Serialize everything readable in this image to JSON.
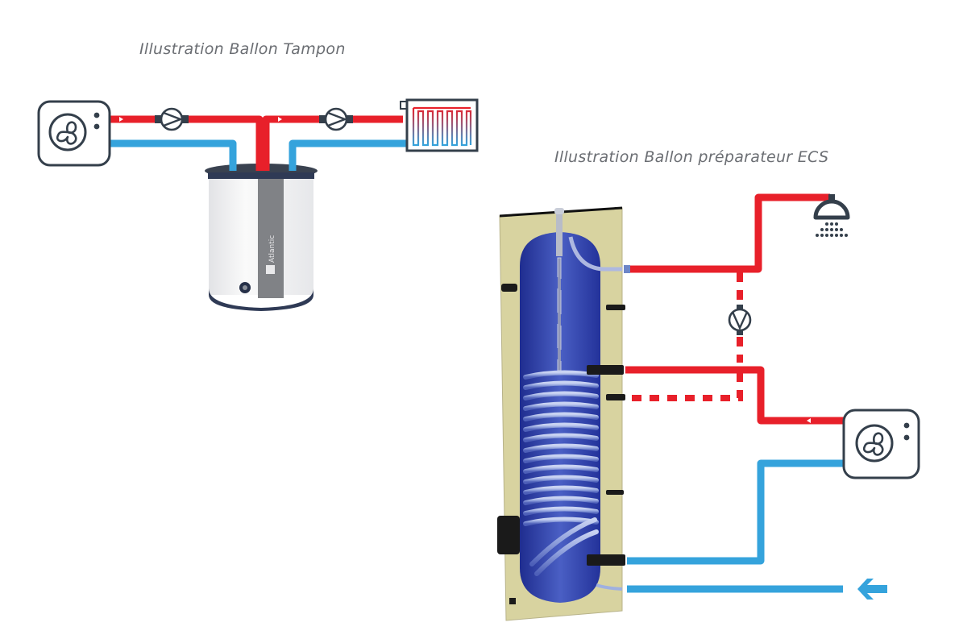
{
  "diagrams": [
    {
      "title": "Illustration Ballon Tampon",
      "components": [
        "heat-pump",
        "circulator-pump-1",
        "circulator-pump-2",
        "buffer-tank",
        "radiator"
      ],
      "tank_brand": "Atlantic"
    },
    {
      "title": "Illustration Ballon préparateur ECS",
      "components": [
        "dhw-cylinder",
        "shower",
        "recirculation-pump",
        "heat-pump",
        "cold-water-inlet-arrow"
      ]
    }
  ],
  "colors": {
    "hot": "#e8202a",
    "cold": "#35a3dc",
    "outline": "#343f4b",
    "title": "#6b6e73",
    "tank_body": "#f2f2f3",
    "tank_band": "#808286",
    "insulation": "#d8d3a0",
    "water": "#2e3fa8"
  }
}
